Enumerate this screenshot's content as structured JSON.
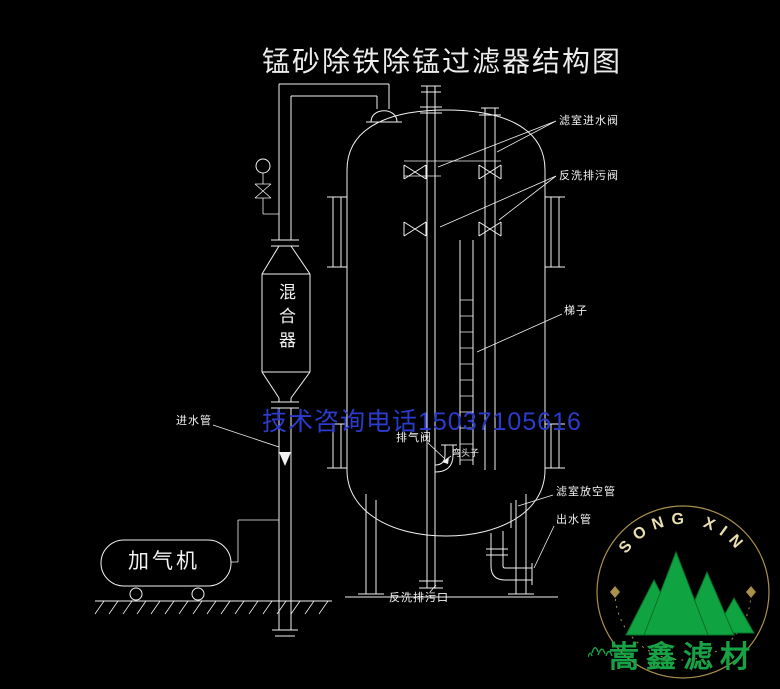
{
  "title": "锰砂除铁除锰过滤器结构图",
  "watermark": "技术咨询电话15037105616",
  "labels": {
    "inlet_valve": "滤室进水阀",
    "backwash_valve": "反洗排污阀",
    "ladder": "梯子",
    "exhaust_valve": "排气阀",
    "elbow": "弯头子",
    "vent_pipe": "滤室放空管",
    "outlet_pipe": "出水管",
    "backwash_outlet": "反洗排污口",
    "inlet_pipe": "进水管",
    "mixer": "混合器",
    "aerator": "加气机"
  },
  "logo": {
    "arc_text": "SONG XIN",
    "brand": "嵩鑫滤材"
  },
  "colors": {
    "background": "#000000",
    "line": "#f2f2f2",
    "watermark": "#2b3bcd",
    "logo_ring": "#a9914b",
    "logo_gold": "#eadfb0",
    "logo_green": "#0fa341",
    "brand_green": "#17a345"
  }
}
